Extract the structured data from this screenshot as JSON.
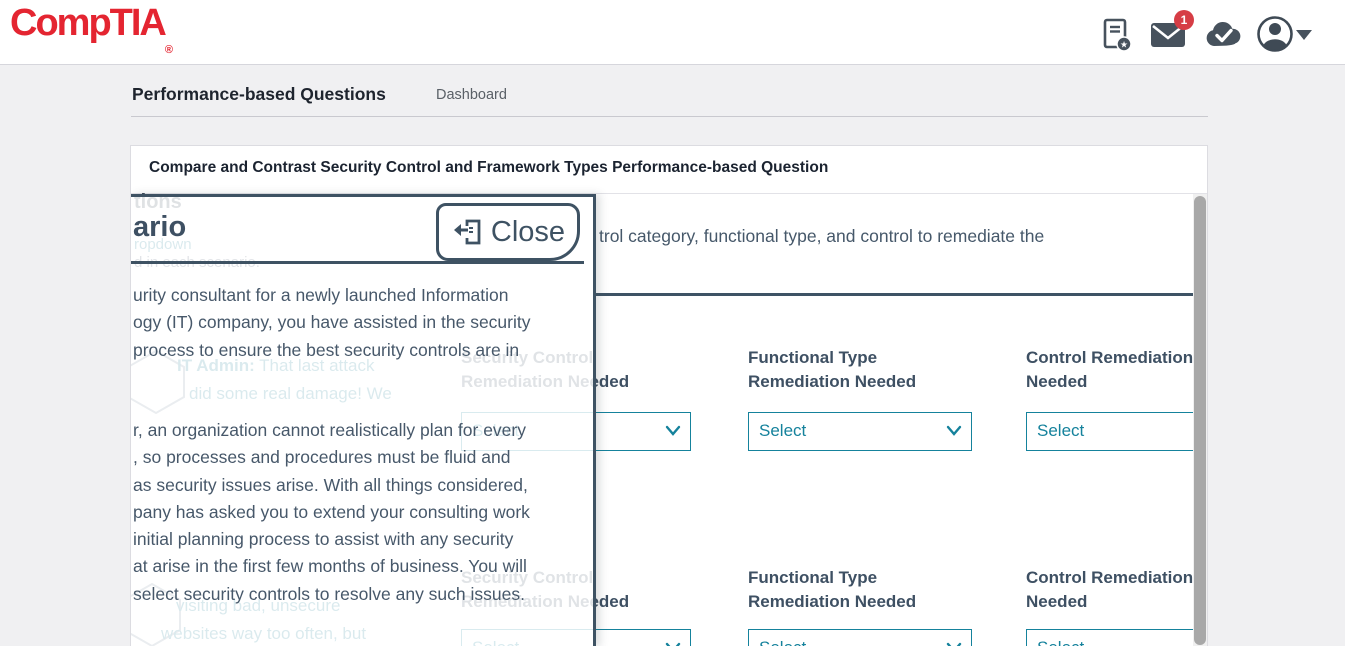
{
  "colors": {
    "brand_red": "#e42531",
    "slate": "#3e5263",
    "teal": "#15829c",
    "badge_red": "#d63d45"
  },
  "topbar": {
    "logo_text": "CompTIA",
    "logo_reg": "®",
    "mail_badge": "1"
  },
  "page_header": {
    "title": "Performance-based Questions",
    "breadcrumb": "Dashboard"
  },
  "card": {
    "title": "Compare and Contrast Security Control and Framework Types Performance-based Question"
  },
  "question": {
    "instruction_fragment": "trol category, functional type, and control to remediate the",
    "rows": [
      {
        "cols": [
          {
            "l1": "Security Control",
            "l2": "Remediation Needed",
            "value": "Select"
          },
          {
            "l1": "Functional Type",
            "l2": "Remediation Needed",
            "value": "Select"
          },
          {
            "l1": "Control Remediation",
            "l2": "Needed",
            "value": "Select"
          }
        ]
      },
      {
        "cols": [
          {
            "l1": "Security Control",
            "l2": "Remediation Needed",
            "value": "Select"
          },
          {
            "l1": "Functional Type",
            "l2": "Remediation Needed",
            "value": "Select"
          },
          {
            "l1": "Control Remediation",
            "l2": "Needed",
            "value": "Select"
          }
        ]
      }
    ],
    "ghost": {
      "heading_fragment": "tions",
      "link_fragment": "ropdown",
      "line_fragment": "d in each scenario.",
      "chat1_speaker": "IT Admin:",
      "chat1_line1": "That last attack",
      "chat1_line2": "did some real damage! We",
      "chat2_line1": "visiting bad, unsecure",
      "chat2_line2": "websites way too often, but"
    }
  },
  "modal": {
    "title_fragment": "ario",
    "close_label": "Close",
    "scenario_p1": {
      "line1": "urity consultant for a newly launched Information",
      "line2": "ogy (IT) company, you have assisted in the security",
      "line3": "process to ensure the best security controls are in"
    },
    "scenario_p2": {
      "line1": "r, an organization cannot realistically plan for every",
      "line2": ", so processes and procedures must be fluid and",
      "line3": "as security issues arise. With all things considered,",
      "line4": "pany has asked you to extend your consulting work",
      "line5": "initial planning process to assist with any security",
      "line6": "at arise in the first few months of business. You will",
      "line7": "select security controls to resolve any such issues."
    }
  }
}
